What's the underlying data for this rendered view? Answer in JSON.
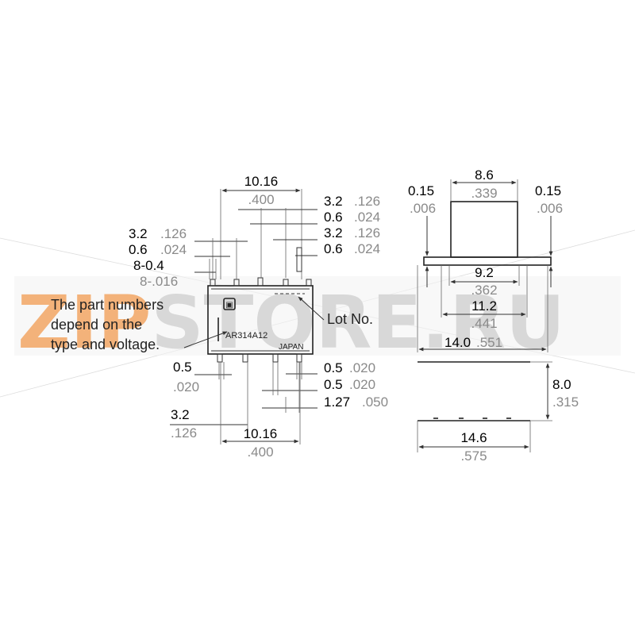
{
  "watermark": {
    "prefix": "ZIP",
    "suffix": "STORE.RU",
    "prefix_color": "#f3b27a",
    "suffix_color": "#d8d8d8"
  },
  "front": {
    "top_width": {
      "mm": "10.16",
      "in": ".400"
    },
    "right_pitch_a": {
      "mm": "3.2",
      "in": ".126"
    },
    "right_pin_a": {
      "mm": "0.6",
      "in": ".024"
    },
    "right_pitch_b": {
      "mm": "3.2",
      "in": ".126"
    },
    "right_pin_b": {
      "mm": "0.6",
      "in": ".024"
    },
    "left_pitch": {
      "mm": "3.2",
      "in": ".126"
    },
    "left_pin": {
      "mm": "0.6",
      "in": ".024"
    },
    "pin_count": {
      "mm": "8-0.4",
      "in": "8-.016"
    },
    "bottom_left_pin": {
      "mm": "0.5",
      "in": ".020"
    },
    "bottom_right_pin_a": {
      "mm": "0.5",
      "in": ".020"
    },
    "bottom_right_pin_b": {
      "mm": "0.5",
      "in": ".020"
    },
    "bottom_pitch": {
      "mm": "1.27",
      "in": ".050"
    },
    "bottom_offset": {
      "mm": "3.2",
      "in": ".126"
    },
    "bottom_width": {
      "mm": "10.16",
      "in": ".400"
    },
    "part_number_note": [
      "The part numbers",
      "depend on the",
      "type and voltage."
    ],
    "lot_label": "Lot No.",
    "part_marking": "AR314A12",
    "origin_marking": "JAPAN"
  },
  "side": {
    "top_width": {
      "mm": "8.6",
      "in": ".339"
    },
    "left_gap": {
      "mm": "0.15",
      "in": ".006"
    },
    "right_gap": {
      "mm": "0.15",
      "in": ".006"
    },
    "base_inner": {
      "mm": "9.2",
      "in": ".362"
    },
    "base_mid": {
      "mm": "11.2",
      "in": ".441"
    },
    "base_outer": {
      "mm": "14.0",
      "in": ".551"
    }
  },
  "bottom": {
    "height": {
      "mm": "8.0",
      "in": ".315"
    },
    "width": {
      "mm": "14.6",
      "in": ".575"
    }
  }
}
